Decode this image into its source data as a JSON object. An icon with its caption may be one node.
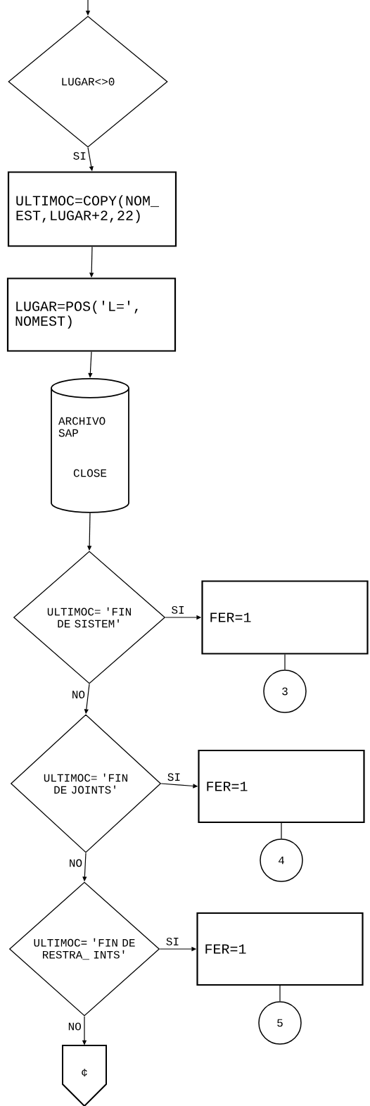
{
  "diagram": {
    "nodes": [
      {
        "text": [
          "LUGAR<>0"
        ]
      },
      {
        "text": [
          "ULTIMOC=COPY(NOM_ EST,LUGAR+2,22)"
        ]
      },
      {
        "text": [
          "LUGAR=POS('L=', NOMEST)"
        ]
      },
      {
        "text": [
          "ARCHIVO SAP",
          "CLOSE"
        ]
      },
      {
        "text": [
          "ULTIMOC= 'FIN DE SISTEM'"
        ]
      },
      {
        "text": [
          "FER=1"
        ]
      },
      {
        "text": [
          "3"
        ]
      },
      {
        "text": [
          "ULTIMOC= 'FIN DE JOINTS'"
        ]
      },
      {
        "text": [
          "FER=1"
        ]
      },
      {
        "text": [
          "4"
        ]
      },
      {
        "text": [
          "ULTIMOC= 'FIN DE RESTRA_ INTS'"
        ]
      },
      {
        "text": [
          "FER=1"
        ]
      },
      {
        "text": [
          "5"
        ]
      },
      {
        "text": [
          "¢"
        ]
      }
    ],
    "edges": [
      {
        "from": null,
        "to": 0,
        "arrow": "to"
      },
      {
        "from": 0,
        "to": 1,
        "arrow": "to",
        "label": "SI"
      },
      {
        "from": 1,
        "to": 2,
        "arrow": "to"
      },
      {
        "from": 2,
        "to": 3,
        "arrow": "to"
      },
      {
        "from": 3,
        "to": 4,
        "arrow": "to"
      },
      {
        "from": 4,
        "to": 5,
        "arrow": "to",
        "label": "SI"
      },
      {
        "from": 5,
        "to": 6,
        "arrow": "none"
      },
      {
        "from": 4,
        "to": 7,
        "arrow": "to",
        "label": "NO"
      },
      {
        "from": 7,
        "to": 8,
        "arrow": "to",
        "label": "SI"
      },
      {
        "from": 8,
        "to": 9,
        "arrow": "none"
      },
      {
        "from": 7,
        "to": 10,
        "arrow": "to",
        "label": "NO"
      },
      {
        "from": 10,
        "to": 11,
        "arrow": "to",
        "label": "SI"
      },
      {
        "from": 11,
        "to": 12,
        "arrow": "none"
      },
      {
        "from": 10,
        "to": 13,
        "arrow": "to",
        "label": "NO"
      }
    ]
  }
}
